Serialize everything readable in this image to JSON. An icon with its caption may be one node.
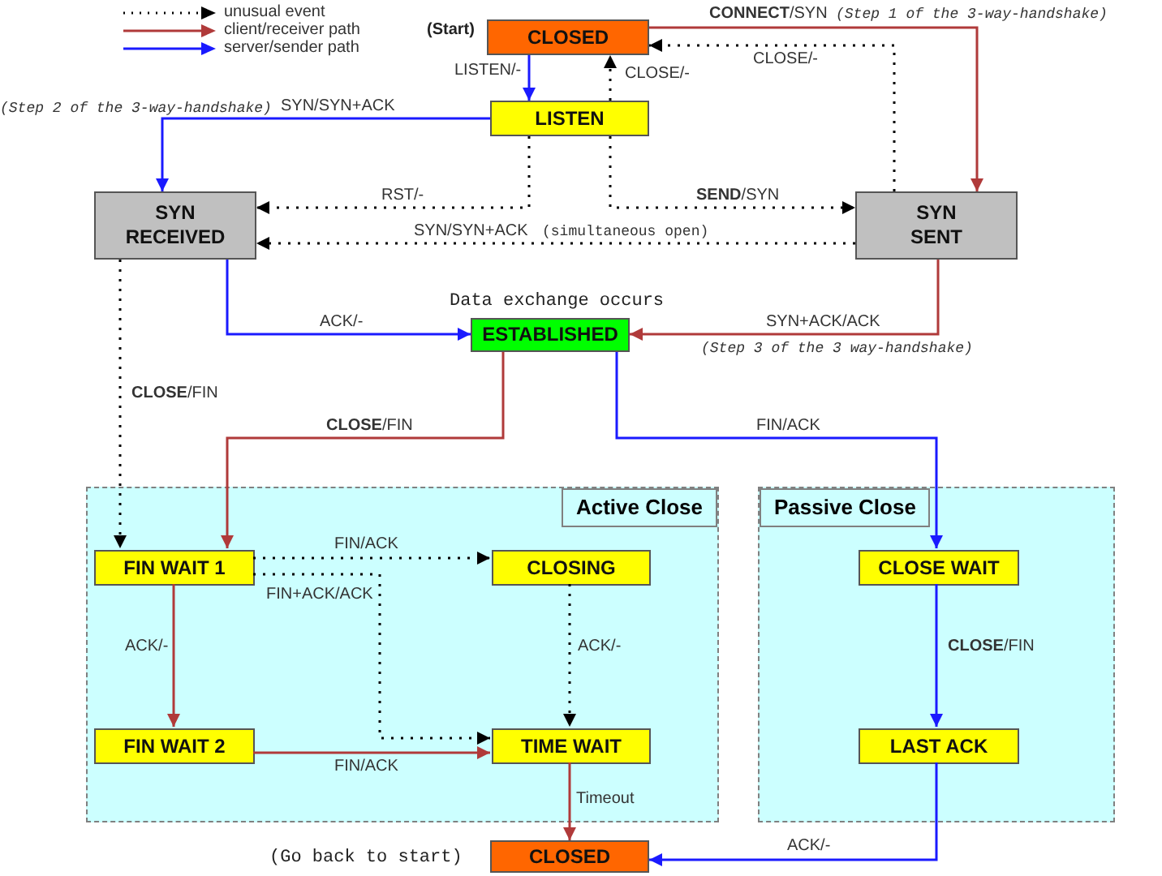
{
  "diagram": {
    "nodes": [
      {
        "text": [
          "CLOSED"
        ],
        "beside": [
          "(Start)"
        ]
      },
      {
        "text": [
          "LISTEN"
        ]
      },
      {
        "text": [
          "SYN RECEIVED"
        ]
      },
      {
        "text": [
          "SYN SENT"
        ]
      },
      {
        "text": [
          "ESTABLISHED"
        ],
        "beside": [
          "Data exchange occurs"
        ]
      },
      {
        "text": [
          "Active Close"
        ]
      },
      {
        "text": [
          "Passive Close"
        ]
      },
      {
        "text": [
          "FIN WAIT 1"
        ],
        "in": 5
      },
      {
        "text": [
          "CLOSING"
        ],
        "in": 5
      },
      {
        "text": [
          "FIN WAIT 2"
        ],
        "in": 5
      },
      {
        "text": [
          "TIME WAIT"
        ],
        "in": 5
      },
      {
        "text": [
          "CLOSE WAIT"
        ],
        "in": 6
      },
      {
        "text": [
          "LAST ACK"
        ],
        "in": 6
      },
      {
        "text": [
          "CLOSED"
        ],
        "beside": [
          "(Go back to start)"
        ]
      }
    ],
    "edges": [
      {
        "from": 0,
        "to": 1,
        "arrow": "to",
        "label": "LISTEN/-",
        "color": "#1a1aff"
      },
      {
        "from": 1,
        "to": 0,
        "arrow": "to",
        "label": "CLOSE/-",
        "style": "dashed"
      },
      {
        "from": 0,
        "to": 3,
        "arrow": "to",
        "label": "**CONNECT**/SYN",
        "color": "#b03a3a"
      },
      {
        "from": 3,
        "to": 0,
        "arrow": "to",
        "label": "CLOSE/-",
        "style": "dashed"
      },
      {
        "from": 1,
        "to": 3,
        "arrow": "to",
        "label": "**SEND**/SYN",
        "style": "dashed"
      },
      {
        "from": 1,
        "to": 2,
        "arrow": "to",
        "label": "SYN/SYN+ACK",
        "color": "#1a1aff"
      },
      {
        "from": 1,
        "to": 2,
        "arrow": "to",
        "label": "RST/-",
        "style": "dashed"
      },
      {
        "from": 3,
        "to": 2,
        "arrow": "to",
        "label": "SYN/SYN+ACK",
        "style": "dashed"
      },
      {
        "from": 2,
        "to": 4,
        "arrow": "to",
        "label": "ACK/-",
        "color": "#1a1aff"
      },
      {
        "from": 3,
        "to": 4,
        "arrow": "to",
        "label": "SYN+ACK/ACK",
        "color": "#b03a3a"
      },
      {
        "from": 2,
        "to": 7,
        "arrow": "to",
        "label": "**CLOSE**/FIN",
        "style": "dashed"
      },
      {
        "from": 4,
        "to": 7,
        "arrow": "to",
        "label": "**CLOSE**/FIN",
        "color": "#b03a3a"
      },
      {
        "from": 4,
        "to": 11,
        "arrow": "to",
        "label": "FIN/ACK",
        "color": "#1a1aff"
      },
      {
        "from": 7,
        "to": 8,
        "arrow": "to",
        "label": "FIN/ACK",
        "style": "dashed"
      },
      {
        "from": 7,
        "to": 10,
        "arrow": "to",
        "label": "FIN+ACK/ACK",
        "style": "dashed"
      },
      {
        "from": 7,
        "to": 9,
        "arrow": "to",
        "label": "ACK/-",
        "color": "#b03a3a"
      },
      {
        "from": 8,
        "to": 10,
        "arrow": "to",
        "label": "ACK/-",
        "style": "dashed"
      },
      {
        "from": 9,
        "to": 10,
        "arrow": "to",
        "label": "FIN/ACK",
        "color": "#b03a3a"
      },
      {
        "from": 10,
        "to": 13,
        "arrow": "to",
        "label": "Timeout",
        "color": "#b03a3a"
      },
      {
        "from": 11,
        "to": 12,
        "arrow": "to",
        "label": "**CLOSE**/FIN",
        "color": "#1a1aff"
      },
      {
        "from": 12,
        "to": 13,
        "arrow": "to",
        "label": "ACK/-",
        "color": "#1a1aff"
      }
    ],
    "labels": [
      "(Step 1 of the 3-way-handshake)",
      "(Step 2 of the 3-way-handshake)",
      "(simultaneous open)",
      "(Step 3 of the 3 way-handshake)"
    ],
    "legend": [
      {
        "text": "unusual event"
      },
      {
        "text": "client/receiver path"
      },
      {
        "text": "server/sender path"
      }
    ]
  }
}
